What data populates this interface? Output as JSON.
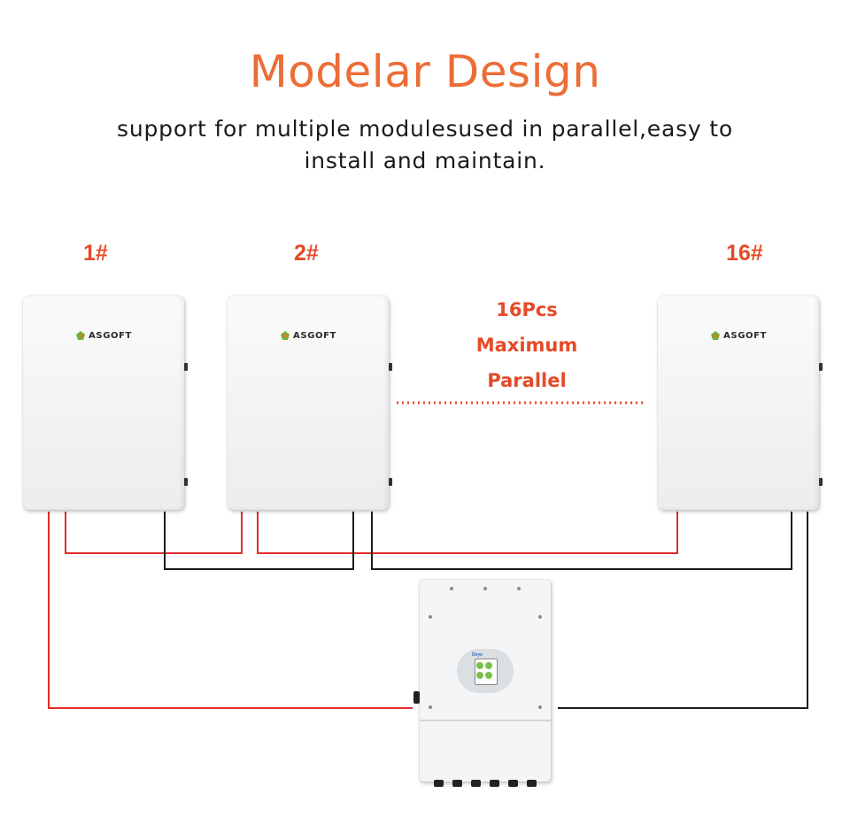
{
  "header": {
    "title": "Modelar Design",
    "subtitle_line1": "support for multiple modulesused in parallel,easy to",
    "subtitle_line2": "install and maintain."
  },
  "modules": [
    {
      "label": "1#",
      "brand": "ASGOFT"
    },
    {
      "label": "2#",
      "brand": "ASGOFT"
    },
    {
      "label": "16#",
      "brand": "ASGOFT"
    }
  ],
  "parallel_note": {
    "line1": "16Pcs",
    "line2": "Maximum",
    "line3": "Parallel"
  },
  "inverter": {
    "logo": "Deye"
  },
  "colors": {
    "accent_title": "#ec6d36",
    "accent_labels": "#e54a28",
    "positive_wire": "#e22c2c",
    "negative_wire": "#1c1c1c"
  },
  "icons": {
    "brand": "asgoft-leaf-logo-icon"
  }
}
